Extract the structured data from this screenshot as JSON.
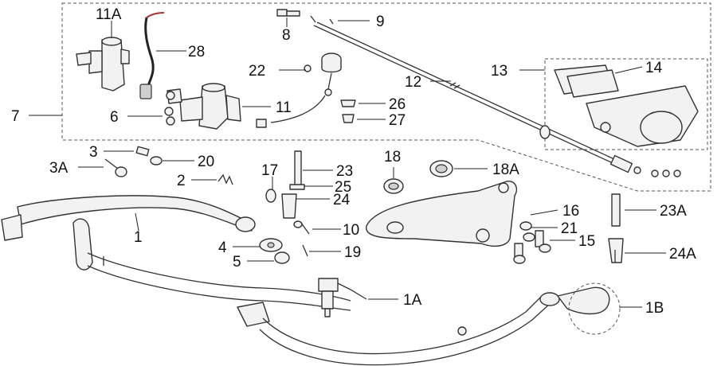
{
  "colors": {
    "stroke": "#333333",
    "fill": "#f2f2f2",
    "background": "#ffffff"
  },
  "labels": {
    "l11A": "11A",
    "l28": "28",
    "l8": "8",
    "l9": "9",
    "l22": "22",
    "l12": "12",
    "l13": "13",
    "l14": "14",
    "l7": "7",
    "l6": "6",
    "l11": "11",
    "l26": "26",
    "l27": "27",
    "l3": "3",
    "l3A": "3A",
    "l20": "20",
    "l2": "2",
    "l18": "18",
    "l18A": "18A",
    "l17": "17",
    "l23": "23",
    "l25": "25",
    "l24": "24",
    "l16": "16",
    "l21": "21",
    "l23A": "23A",
    "l15": "15",
    "l24A": "24A",
    "l1": "1",
    "l10": "10",
    "l4": "4",
    "l5": "5",
    "l19": "19",
    "l1A": "1A",
    "l1B": "1B"
  }
}
